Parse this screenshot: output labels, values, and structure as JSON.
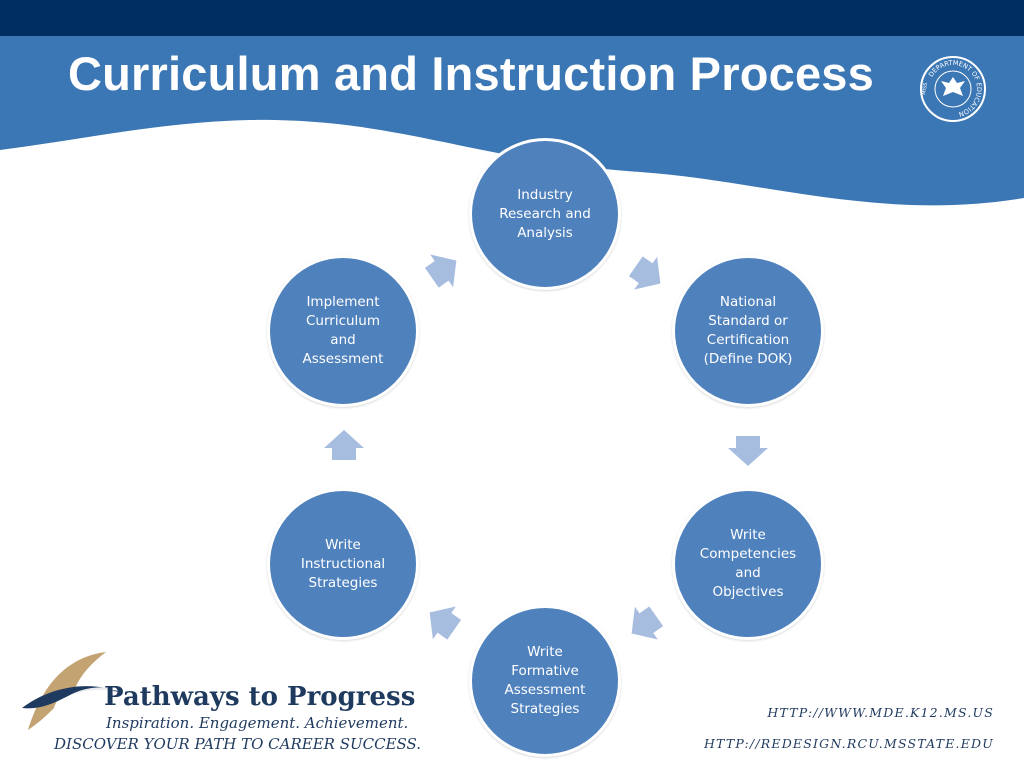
{
  "slide": {
    "title": "Curriculum and Instruction Process"
  },
  "seal": {
    "ring_text": "DEPARTMENT OF EDUCATION",
    "side_text": "MISS"
  },
  "nodes": [
    {
      "id": "industry",
      "label": "Industry Research and Analysis"
    },
    {
      "id": "national",
      "label": "National Standard or Certification (Define DOK)"
    },
    {
      "id": "competencies",
      "label": "Write Competencies and Objectives"
    },
    {
      "id": "formative",
      "label": "Write Formative Assessment Strategies"
    },
    {
      "id": "instructional",
      "label": "Write Instructional Strategies"
    },
    {
      "id": "implement",
      "label": "Implement Curriculum and Assessment"
    }
  ],
  "logo": {
    "title": "Pathways to Progress",
    "tagline": "Inspiration. Engagement. Achievement.",
    "slogan": "DISCOVER YOUR PATH TO CAREER SUCCESS."
  },
  "urls": [
    "HTTP://WWW.MDE.K12.MS.US",
    "HTTP://REDESIGN.RCU.MSSTATE.EDU"
  ],
  "colors": {
    "header_dark": "#002e62",
    "header_blue": "#3c77b5",
    "node_fill": "#4f81bd",
    "arrow_fill": "#a6bde0",
    "logo_gold": "#c4a373",
    "logo_navy": "#1f3a5f"
  }
}
